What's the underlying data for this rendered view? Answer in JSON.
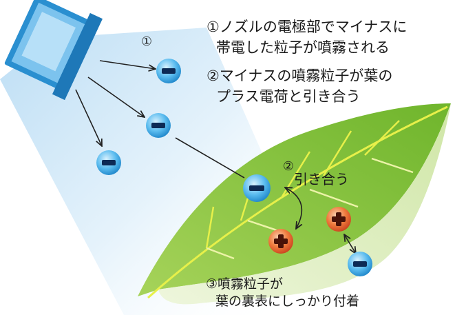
{
  "steps": {
    "step1": {
      "number": "①",
      "line1": "①ノズルの電極部でマイナスに",
      "line2": "帯電した粒子が噴霧される"
    },
    "step2": {
      "number": "②",
      "line1": "②マイナスの噴霧粒子が葉の",
      "line2": "プラス電荷と引き合う",
      "label": "引き合う"
    },
    "step3": {
      "line1": "③噴霧粒子が",
      "line2": "葉の裏表にしっかり付着"
    }
  },
  "charges": {
    "negative_symbol": "−",
    "positive_symbol": "+"
  },
  "colors": {
    "spray_cone": "#cfe6f7",
    "nozzle": "#2a8fd0",
    "leaf_top": "#8cc63f",
    "leaf_vein": "#e6ef3a",
    "negative_particle": "#3fa9e6",
    "positive_particle": "#e4572e"
  },
  "icons": [
    "nozzle-icon",
    "negative-particle-icon",
    "positive-particle-icon",
    "leaf-illustration"
  ]
}
